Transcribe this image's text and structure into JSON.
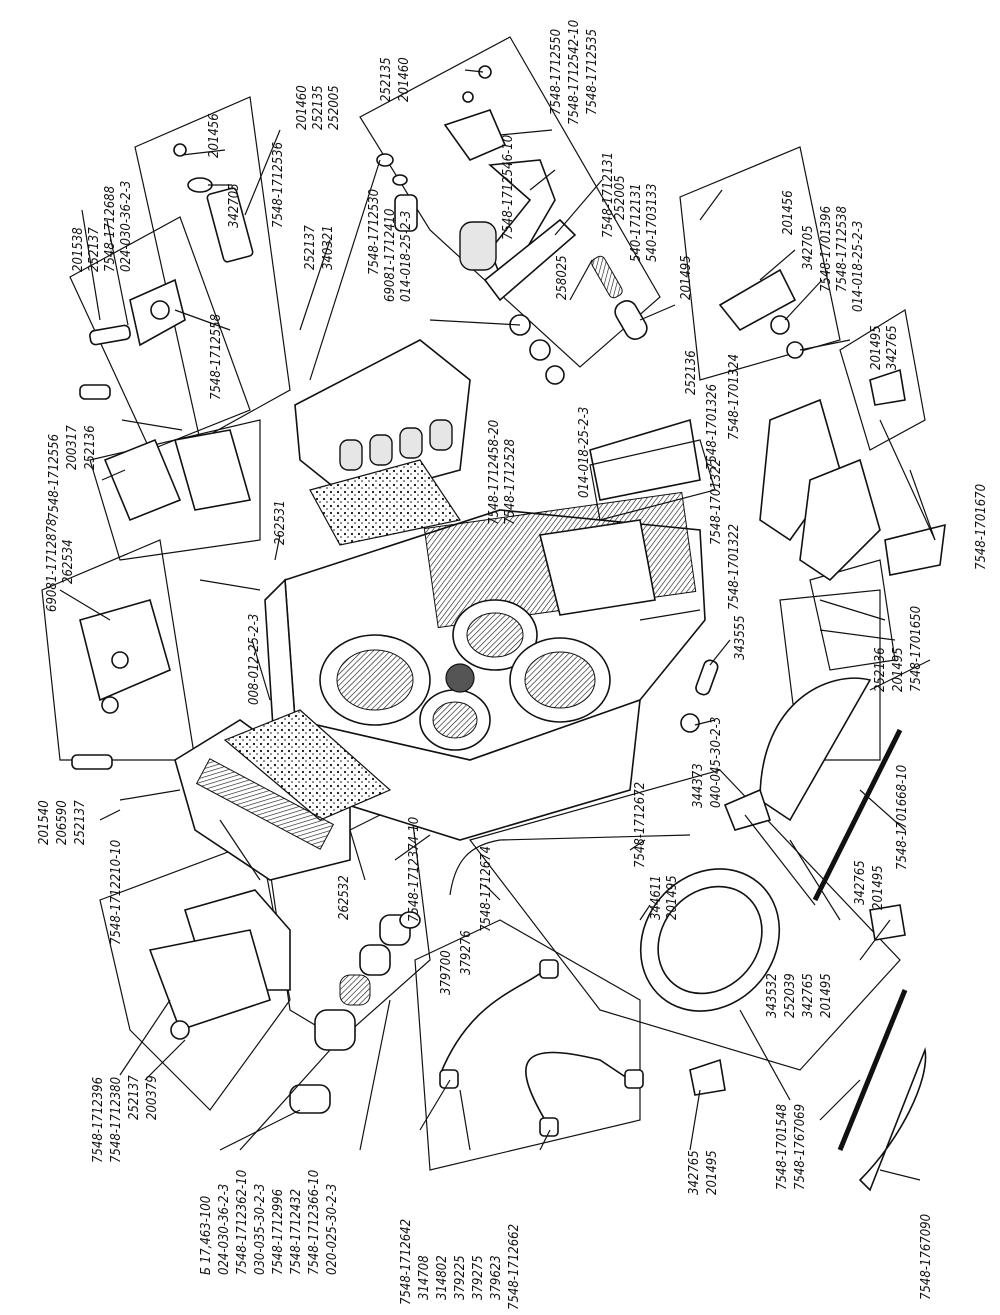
{
  "labels": [
    {
      "id": "l01",
      "text": "7548-1712556"
    },
    {
      "id": "l02",
      "text": "200317"
    },
    {
      "id": "l03",
      "text": "252136"
    },
    {
      "id": "l04",
      "text": "7548-1712558"
    },
    {
      "id": "l05",
      "text": "201538"
    },
    {
      "id": "l06",
      "text": "252137"
    },
    {
      "id": "l07",
      "text": "7548-1712688"
    },
    {
      "id": "l08",
      "text": "024-030-36-2-3"
    },
    {
      "id": "l09",
      "text": "201456"
    },
    {
      "id": "l10",
      "text": "342705"
    },
    {
      "id": "l11",
      "text": "7548-1712536"
    },
    {
      "id": "l12",
      "text": "252137"
    },
    {
      "id": "l13",
      "text": "340321"
    },
    {
      "id": "l14",
      "text": "201460"
    },
    {
      "id": "l15",
      "text": "252135"
    },
    {
      "id": "l16",
      "text": "252005"
    },
    {
      "id": "l17",
      "text": "252135"
    },
    {
      "id": "l18",
      "text": "201460"
    },
    {
      "id": "l19",
      "text": "7548-1712550"
    },
    {
      "id": "l20",
      "text": "7548-1712542-10"
    },
    {
      "id": "l21",
      "text": "7548-1712535"
    },
    {
      "id": "l22",
      "text": "7548-1712131"
    },
    {
      "id": "l23",
      "text": "252005"
    },
    {
      "id": "l24",
      "text": "540-1712131"
    },
    {
      "id": "l25",
      "text": "540-1703133"
    },
    {
      "id": "l26",
      "text": "7548-1712546-10"
    },
    {
      "id": "l27",
      "text": "7548-1712530"
    },
    {
      "id": "l28",
      "text": "69081-1712410"
    },
    {
      "id": "l29",
      "text": "014-018-25-2-3"
    },
    {
      "id": "l30",
      "text": "258025"
    },
    {
      "id": "l31",
      "text": "201495"
    },
    {
      "id": "l32",
      "text": "252136"
    },
    {
      "id": "l33",
      "text": "7548-1701324"
    },
    {
      "id": "l34",
      "text": "014-018-25-2-3"
    },
    {
      "id": "l35",
      "text": "7548-1712458-20"
    },
    {
      "id": "l36",
      "text": "7548-1712528"
    },
    {
      "id": "l37",
      "text": "7548-1701326"
    },
    {
      "id": "l38",
      "text": "7548-1701322"
    },
    {
      "id": "l39",
      "text": "201456"
    },
    {
      "id": "l40",
      "text": "342705"
    },
    {
      "id": "l41",
      "text": "7548-1701396"
    },
    {
      "id": "l42",
      "text": "7548-1712538"
    },
    {
      "id": "l43",
      "text": "014-018-25-2-3"
    },
    {
      "id": "l44",
      "text": "201495"
    },
    {
      "id": "l45",
      "text": "342765"
    },
    {
      "id": "l46",
      "text": "7548-1701670"
    },
    {
      "id": "l47",
      "text": "69081-1712878"
    },
    {
      "id": "l48",
      "text": "262534"
    },
    {
      "id": "l49",
      "text": "262531"
    },
    {
      "id": "l50",
      "text": "008-012-25-2-3"
    },
    {
      "id": "l51",
      "text": "7548-1701322"
    },
    {
      "id": "l52",
      "text": "343555"
    },
    {
      "id": "l53",
      "text": "252136"
    },
    {
      "id": "l54",
      "text": "201495"
    },
    {
      "id": "l55",
      "text": "7548-1701650"
    },
    {
      "id": "l56",
      "text": "344373"
    },
    {
      "id": "l57",
      "text": "040-045-30-2-3"
    },
    {
      "id": "l58",
      "text": "7548-1701668-10"
    },
    {
      "id": "l59",
      "text": "201540"
    },
    {
      "id": "l60",
      "text": "206590"
    },
    {
      "id": "l61",
      "text": "252137"
    },
    {
      "id": "l62",
      "text": "7548-1712210-10"
    },
    {
      "id": "l63",
      "text": "262532"
    },
    {
      "id": "l64",
      "text": "7548-1712374-10"
    },
    {
      "id": "l65",
      "text": "7548-1712674"
    },
    {
      "id": "l66",
      "text": "7548-1712672"
    },
    {
      "id": "l67",
      "text": "344611"
    },
    {
      "id": "l68",
      "text": "201495"
    },
    {
      "id": "l69",
      "text": "379700"
    },
    {
      "id": "l70",
      "text": "379276"
    },
    {
      "id": "l71",
      "text": "342765"
    },
    {
      "id": "l72",
      "text": "201495"
    },
    {
      "id": "l73",
      "text": "343532"
    },
    {
      "id": "l74",
      "text": "252039"
    },
    {
      "id": "l75",
      "text": "342765"
    },
    {
      "id": "l76",
      "text": "201495"
    },
    {
      "id": "l77",
      "text": "7548-1712396"
    },
    {
      "id": "l78",
      "text": "7548-1712380"
    },
    {
      "id": "l79",
      "text": "252137"
    },
    {
      "id": "l80",
      "text": "200379"
    },
    {
      "id": "l81",
      "text": "Б 17,463-100"
    },
    {
      "id": "l82",
      "text": "024-030-36-2-3"
    },
    {
      "id": "l83",
      "text": "7548-1712362-10"
    },
    {
      "id": "l84",
      "text": "030-035-30-2-3"
    },
    {
      "id": "l85",
      "text": "7548-1712996"
    },
    {
      "id": "l86",
      "text": "7548-1712432"
    },
    {
      "id": "l87",
      "text": "7548-1712366-10"
    },
    {
      "id": "l88",
      "text": "020-025-30-2-3"
    },
    {
      "id": "l89",
      "text": "7548-1712642"
    },
    {
      "id": "l90",
      "text": "314708"
    },
    {
      "id": "l91",
      "text": "314802"
    },
    {
      "id": "l92",
      "text": "379225"
    },
    {
      "id": "l93",
      "text": "379275"
    },
    {
      "id": "l94",
      "text": "379623"
    },
    {
      "id": "l95",
      "text": "7548-1712662"
    },
    {
      "id": "l96",
      "text": "342765"
    },
    {
      "id": "l97",
      "text": "201495"
    },
    {
      "id": "l98",
      "text": "7548-1701548"
    },
    {
      "id": "l99",
      "text": "7548-1767069"
    },
    {
      "id": "l100",
      "text": "7548-1767090"
    }
  ]
}
